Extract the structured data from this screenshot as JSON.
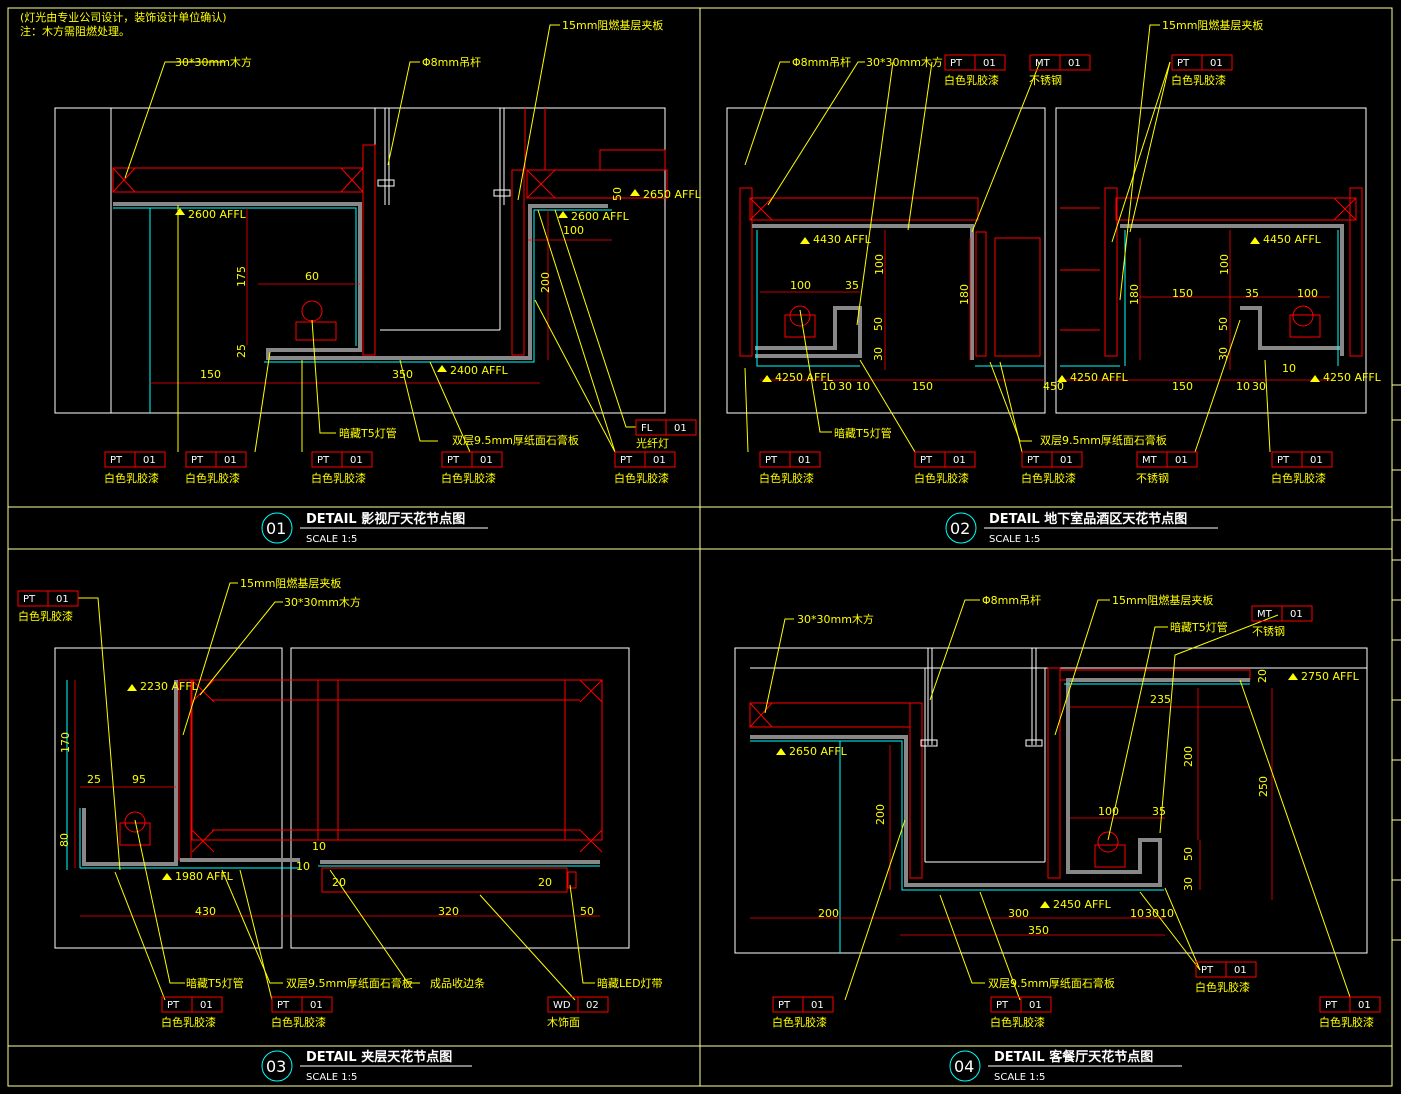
{
  "notes": [
    "(灯光由专业公司设计，装饰设计单位确认)",
    "注：木方需阻燃处理。"
  ],
  "panels": [
    {
      "num": "01",
      "title": "DETAIL 影视厅天花节点图",
      "scale": "SCALE  1:5",
      "callouts": [
        "30*30mm木方",
        "Φ8mm吊杆",
        "15mm阻燃基层夹板",
        "暗藏T5灯管",
        "双层9.5mm厚纸面石膏板",
        "光纤灯"
      ],
      "dims": [
        "175",
        "60",
        "25",
        "150",
        "350",
        "200",
        "100",
        "50"
      ],
      "elev": [
        "2600 AFFL",
        "2600 AFFL",
        "2650 AFFL",
        "2400 AFFL"
      ],
      "tags": [
        {
          "code": "PT",
          "num": "01",
          "label": "白色乳胶漆"
        },
        {
          "code": "PT",
          "num": "01",
          "label": "白色乳胶漆"
        },
        {
          "code": "PT",
          "num": "01",
          "label": "白色乳胶漆"
        },
        {
          "code": "PT",
          "num": "01",
          "label": "白色乳胶漆"
        },
        {
          "code": "PT",
          "num": "01",
          "label": "白色乳胶漆"
        },
        {
          "code": "FL",
          "num": "01",
          "label": ""
        }
      ]
    },
    {
      "num": "02",
      "title": "DETAIL 地下室品酒区天花节点图",
      "scale": "SCALE  1:5",
      "callouts": [
        "Φ8mm吊杆",
        "30*30mm木方",
        "15mm阻燃基层夹板",
        "暗藏T5灯管",
        "双层9.5mm厚纸面石膏板"
      ],
      "dims": [
        "100",
        "35",
        "100",
        "50",
        "30",
        "180",
        "10",
        "30",
        "10",
        "150",
        "450",
        "150",
        "35",
        "100",
        "180",
        "100",
        "50",
        "30",
        "150",
        "10",
        "30",
        "10"
      ],
      "elev": [
        "4430 AFFL",
        "4250 AFFL",
        "4450 AFFL",
        "4250 AFFL",
        "4250 AFFL"
      ],
      "tags": [
        {
          "code": "PT",
          "num": "01",
          "label": "白色乳胶漆"
        },
        {
          "code": "MT",
          "num": "01",
          "label": "不锈钢"
        },
        {
          "code": "PT",
          "num": "01",
          "label": "白色乳胶漆"
        },
        {
          "code": "PT",
          "num": "01",
          "label": "白色乳胶漆"
        },
        {
          "code": "PT",
          "num": "01",
          "label": "白色乳胶漆"
        },
        {
          "code": "PT",
          "num": "01",
          "label": "白色乳胶漆"
        },
        {
          "code": "MT",
          "num": "01",
          "label": "不锈钢"
        },
        {
          "code": "PT",
          "num": "01",
          "label": "白色乳胶漆"
        }
      ]
    },
    {
      "num": "03",
      "title": "DETAIL 夹层天花节点图",
      "scale": "SCALE  1:5",
      "callouts": [
        "15mm阻燃基层夹板",
        "30*30mm木方",
        "暗藏T5灯管",
        "双层9.5mm厚纸面石膏板",
        "成品收边条",
        "暗藏LED灯带"
      ],
      "dims": [
        "170",
        "25",
        "95",
        "80",
        "10",
        "10",
        "20",
        "20",
        "430",
        "320",
        "50"
      ],
      "elev": [
        "2230 AFFL",
        "1980 AFFL"
      ],
      "tags": [
        {
          "code": "PT",
          "num": "01",
          "label": "白色乳胶漆"
        },
        {
          "code": "PT",
          "num": "01",
          "label": "白色乳胶漆"
        },
        {
          "code": "PT",
          "num": "01",
          "label": "白色乳胶漆"
        },
        {
          "code": "WD",
          "num": "02",
          "label": "木饰面"
        }
      ]
    },
    {
      "num": "04",
      "title": "DETAIL 客餐厅天花节点图",
      "scale": "SCALE  1:5",
      "callouts": [
        "30*30mm木方",
        "Φ8mm吊杆",
        "15mm阻燃基层夹板",
        "暗藏T5灯管",
        "双层9.5mm厚纸面石膏板"
      ],
      "dims": [
        "235",
        "20",
        "200",
        "250",
        "100",
        "35",
        "200",
        "50",
        "30",
        "200",
        "300",
        "10",
        "30",
        "10",
        "350"
      ],
      "elev": [
        "2750 AFFL",
        "2650 AFFL",
        "2450 AFFL"
      ],
      "tags": [
        {
          "code": "MT",
          "num": "01",
          "label": "不锈钢"
        },
        {
          "code": "PT",
          "num": "01",
          "label": "白色乳胶漆"
        },
        {
          "code": "PT",
          "num": "01",
          "label": "白色乳胶漆"
        },
        {
          "code": "PT",
          "num": "01",
          "label": "白色乳胶漆"
        },
        {
          "code": "PT",
          "num": "01",
          "label": "白色乳胶漆"
        }
      ]
    }
  ],
  "colors": {
    "background": "#000000",
    "border": "#ffff99",
    "outline": "#ffffff",
    "structure": "#ff0000",
    "gypsum": "#00ffff",
    "leader": "#ffff00"
  }
}
